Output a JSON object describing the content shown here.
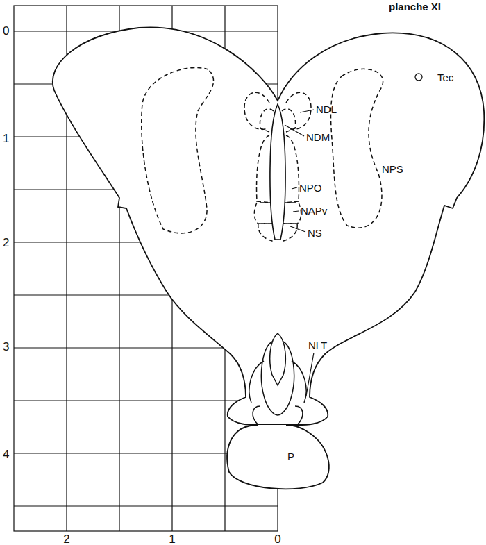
{
  "diagram": {
    "labels": [
      "planche XI",
      "0",
      "1",
      "2",
      "3",
      "4",
      "2",
      "1",
      "0",
      "Tec",
      "NDL",
      "NDM",
      "NPS",
      "NPO",
      "NAPv",
      "NS",
      "NLT",
      "P"
    ]
  }
}
